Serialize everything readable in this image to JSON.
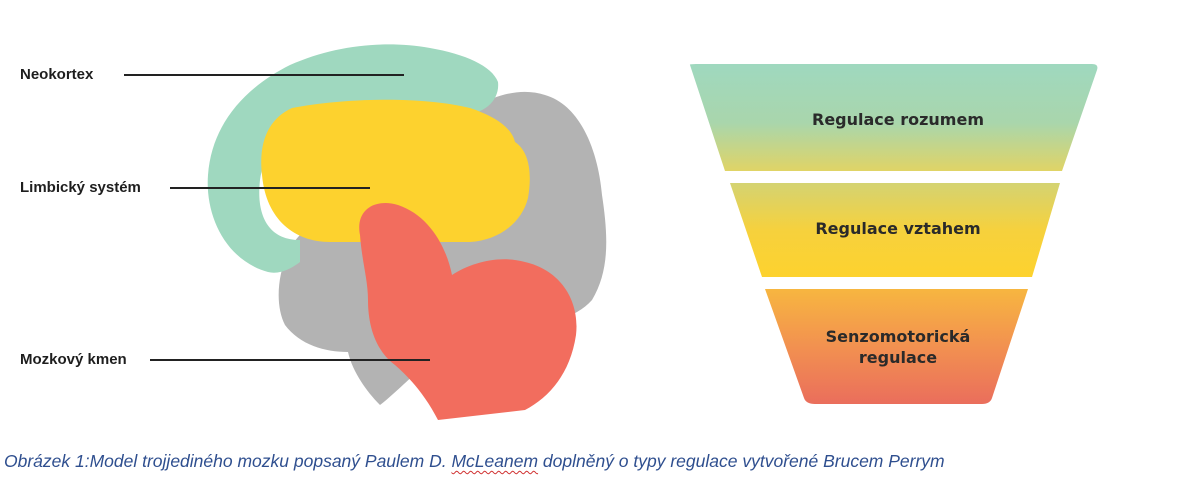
{
  "brain": {
    "colors": {
      "neocortex": "#9fd8bf",
      "limbic": "#fdd22e",
      "brainstem": "#f26d5e",
      "gray": "#b3b3b3"
    },
    "labels": {
      "neocortex": "Neokortex",
      "limbic": "Limbický systém",
      "brainstem": "Mozkový kmen"
    }
  },
  "pyramid": {
    "colors": {
      "top": "#9fd8bf",
      "middle": "#fdd22e",
      "bottom": "#f08a55"
    },
    "tiers": {
      "top": "Regulace rozumem",
      "middle": "Regulace vztahem",
      "bottom": "Senzomotorická\nregulace"
    }
  },
  "caption": {
    "before": "Obrázek 1:Model trojjediného mozku popsaný Paulem D. ",
    "highlight": "McLeanem",
    "after": " doplněný o typy regulace vytvořené Brucem Perrym"
  }
}
